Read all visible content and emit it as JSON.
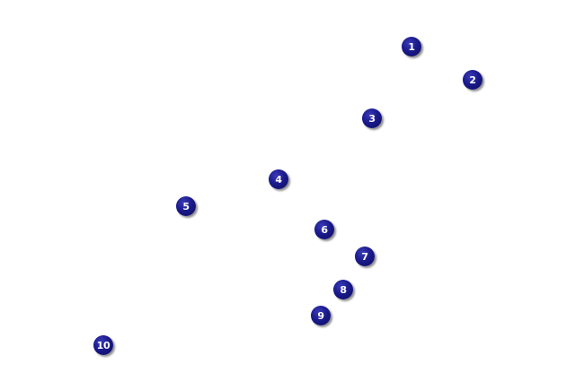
{
  "markers": [
    {
      "label": "1"
    },
    {
      "label": "2"
    },
    {
      "label": "3"
    },
    {
      "label": "4"
    },
    {
      "label": "5"
    },
    {
      "label": "6"
    },
    {
      "label": "7"
    },
    {
      "label": "8"
    },
    {
      "label": "9"
    },
    {
      "label": "10"
    }
  ],
  "colors": {
    "marker_fill": "#1a1a8c",
    "marker_text": "#ffffff",
    "background": "#ffffff"
  }
}
